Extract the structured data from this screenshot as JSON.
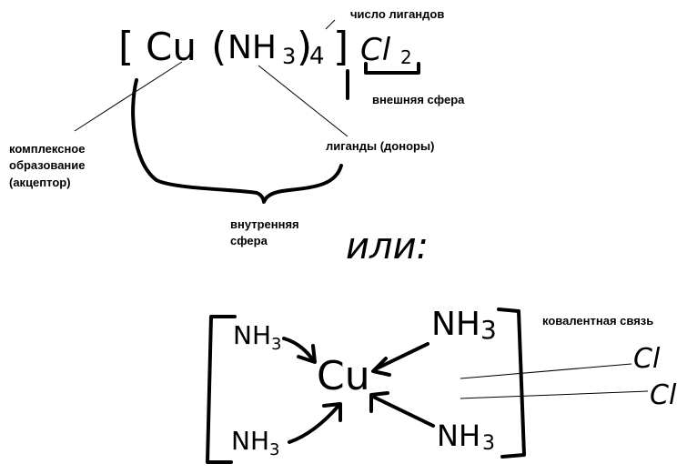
{
  "formula": {
    "bracket_open": "[",
    "metal": "Cu",
    "paren_open": "(",
    "ligand": "NH",
    "ligand_sub": "3",
    "paren_close": ")",
    "count": "4",
    "bracket_close": "]",
    "counter_ion": "Cl",
    "counter_sub": "2"
  },
  "labels": {
    "ligand_count": "число лигандов",
    "outer_sphere": "внешняя сфера",
    "complexing_line1": "комплексное",
    "complexing_line2": "образование",
    "complexing_line3": "(акцептор)",
    "ligands_donors": "лиганды (доноры)",
    "inner_line1": "внутренняя",
    "inner_line2": "сфера",
    "or_word": "или:",
    "covalent_bond": "ковалентная связь"
  },
  "structure": {
    "center": "Cu",
    "ligand_tl": "NH",
    "ligand_tl_sub": "3",
    "ligand_tr": "NH",
    "ligand_tr_sub": "3",
    "ligand_bl": "NH",
    "ligand_bl_sub": "3",
    "ligand_br": "NH",
    "ligand_br_sub": "3",
    "chloride_1": "Cl",
    "chloride_2": "Cl"
  }
}
